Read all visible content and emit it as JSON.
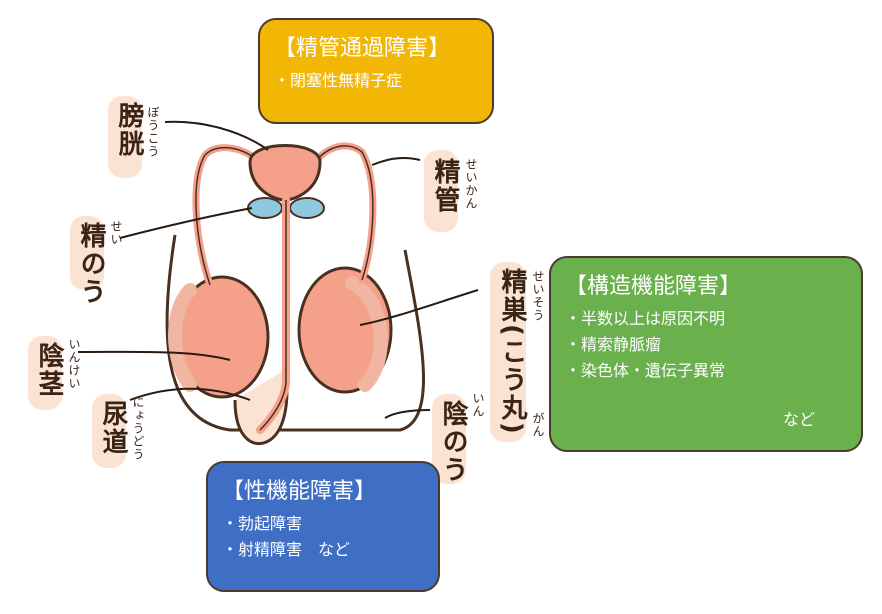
{
  "boxes": {
    "duct": {
      "title": "【精管通過障害】",
      "items": [
        "・閉塞性無精子症"
      ]
    },
    "structure": {
      "title": "【構造機能障害】",
      "items": [
        "・半数以上は原因不明",
        "・精索静脈瘤",
        "・染色体・遺伝子異常"
      ],
      "note": "など"
    },
    "sexual": {
      "title": "【性機能障害】",
      "items": [
        "・勃起障害",
        "・射精障害　など"
      ]
    }
  },
  "labels": {
    "bladder": {
      "text": "膀胱",
      "ruby": "ぼうこう"
    },
    "vas": {
      "text": "精管",
      "ruby": "せいかん"
    },
    "seminal": {
      "text": "精のう",
      "ruby": "せい"
    },
    "testis": {
      "text": "精巣(こう丸)",
      "ruby_top": "せいそう",
      "ruby_bottom": "がん"
    },
    "penis": {
      "text": "陰茎",
      "ruby": "いんけい"
    },
    "urethra": {
      "text": "尿道",
      "ruby": "にょうどう"
    },
    "scrotum": {
      "text": "陰のう",
      "ruby": "いん"
    }
  },
  "colors": {
    "duct_box": "#f2b705",
    "structure_box": "#6ab04c",
    "sexual_box": "#3f6fc4",
    "organ_pink": "#f4a08a",
    "gland_blue": "#8fc9e0",
    "label_bg": "#fbe3d3"
  }
}
